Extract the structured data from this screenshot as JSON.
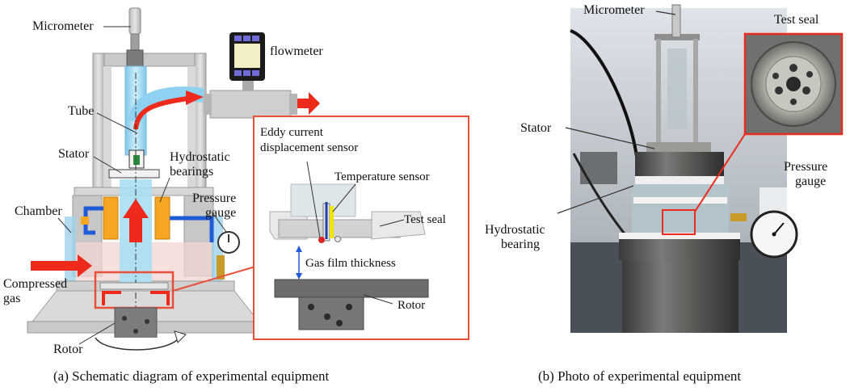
{
  "schematic": {
    "labels": {
      "micrometer": "Micrometer",
      "flowmeter": "flowmeter",
      "tube": "Tube",
      "stator": "Stator",
      "hydrostatic_bearings_1": "Hydrostatic",
      "hydrostatic_bearings_2": "bearings",
      "pressure_gauge_1": "Pressure",
      "pressure_gauge_2": "gauge",
      "chamber": "Chamber",
      "compressed_gas_1": "Compressed",
      "compressed_gas_2": "gas",
      "rotor": "Rotor"
    },
    "inset": {
      "eddy_1": "Eddy current",
      "eddy_2": "displacement sensor",
      "temperature_sensor": "Temperature sensor",
      "test_seal": "Test seal",
      "gas_film_thickness": "Gas film thickness",
      "rotor": "Rotor"
    },
    "caption": "(a) Schematic diagram of experimental equipment"
  },
  "photo": {
    "labels": {
      "micrometer": "Micrometer",
      "test_seal": "Test seal",
      "stator": "Stator",
      "pressure_gauge_1": "Pressure",
      "pressure_gauge_2": "gauge",
      "hydrostatic_bearing_1": "Hydrostatic",
      "hydrostatic_bearing_2": "bearing"
    },
    "caption": "(b) Photo of experimental equipment"
  },
  "colors": {
    "arrow_red": "#ee2a1c",
    "highlight_box": "#e8503a",
    "bearing_orange": "#f5a623",
    "pipe_blue": "#1f5bd6",
    "gas_cyan": "#a9e0f4"
  }
}
